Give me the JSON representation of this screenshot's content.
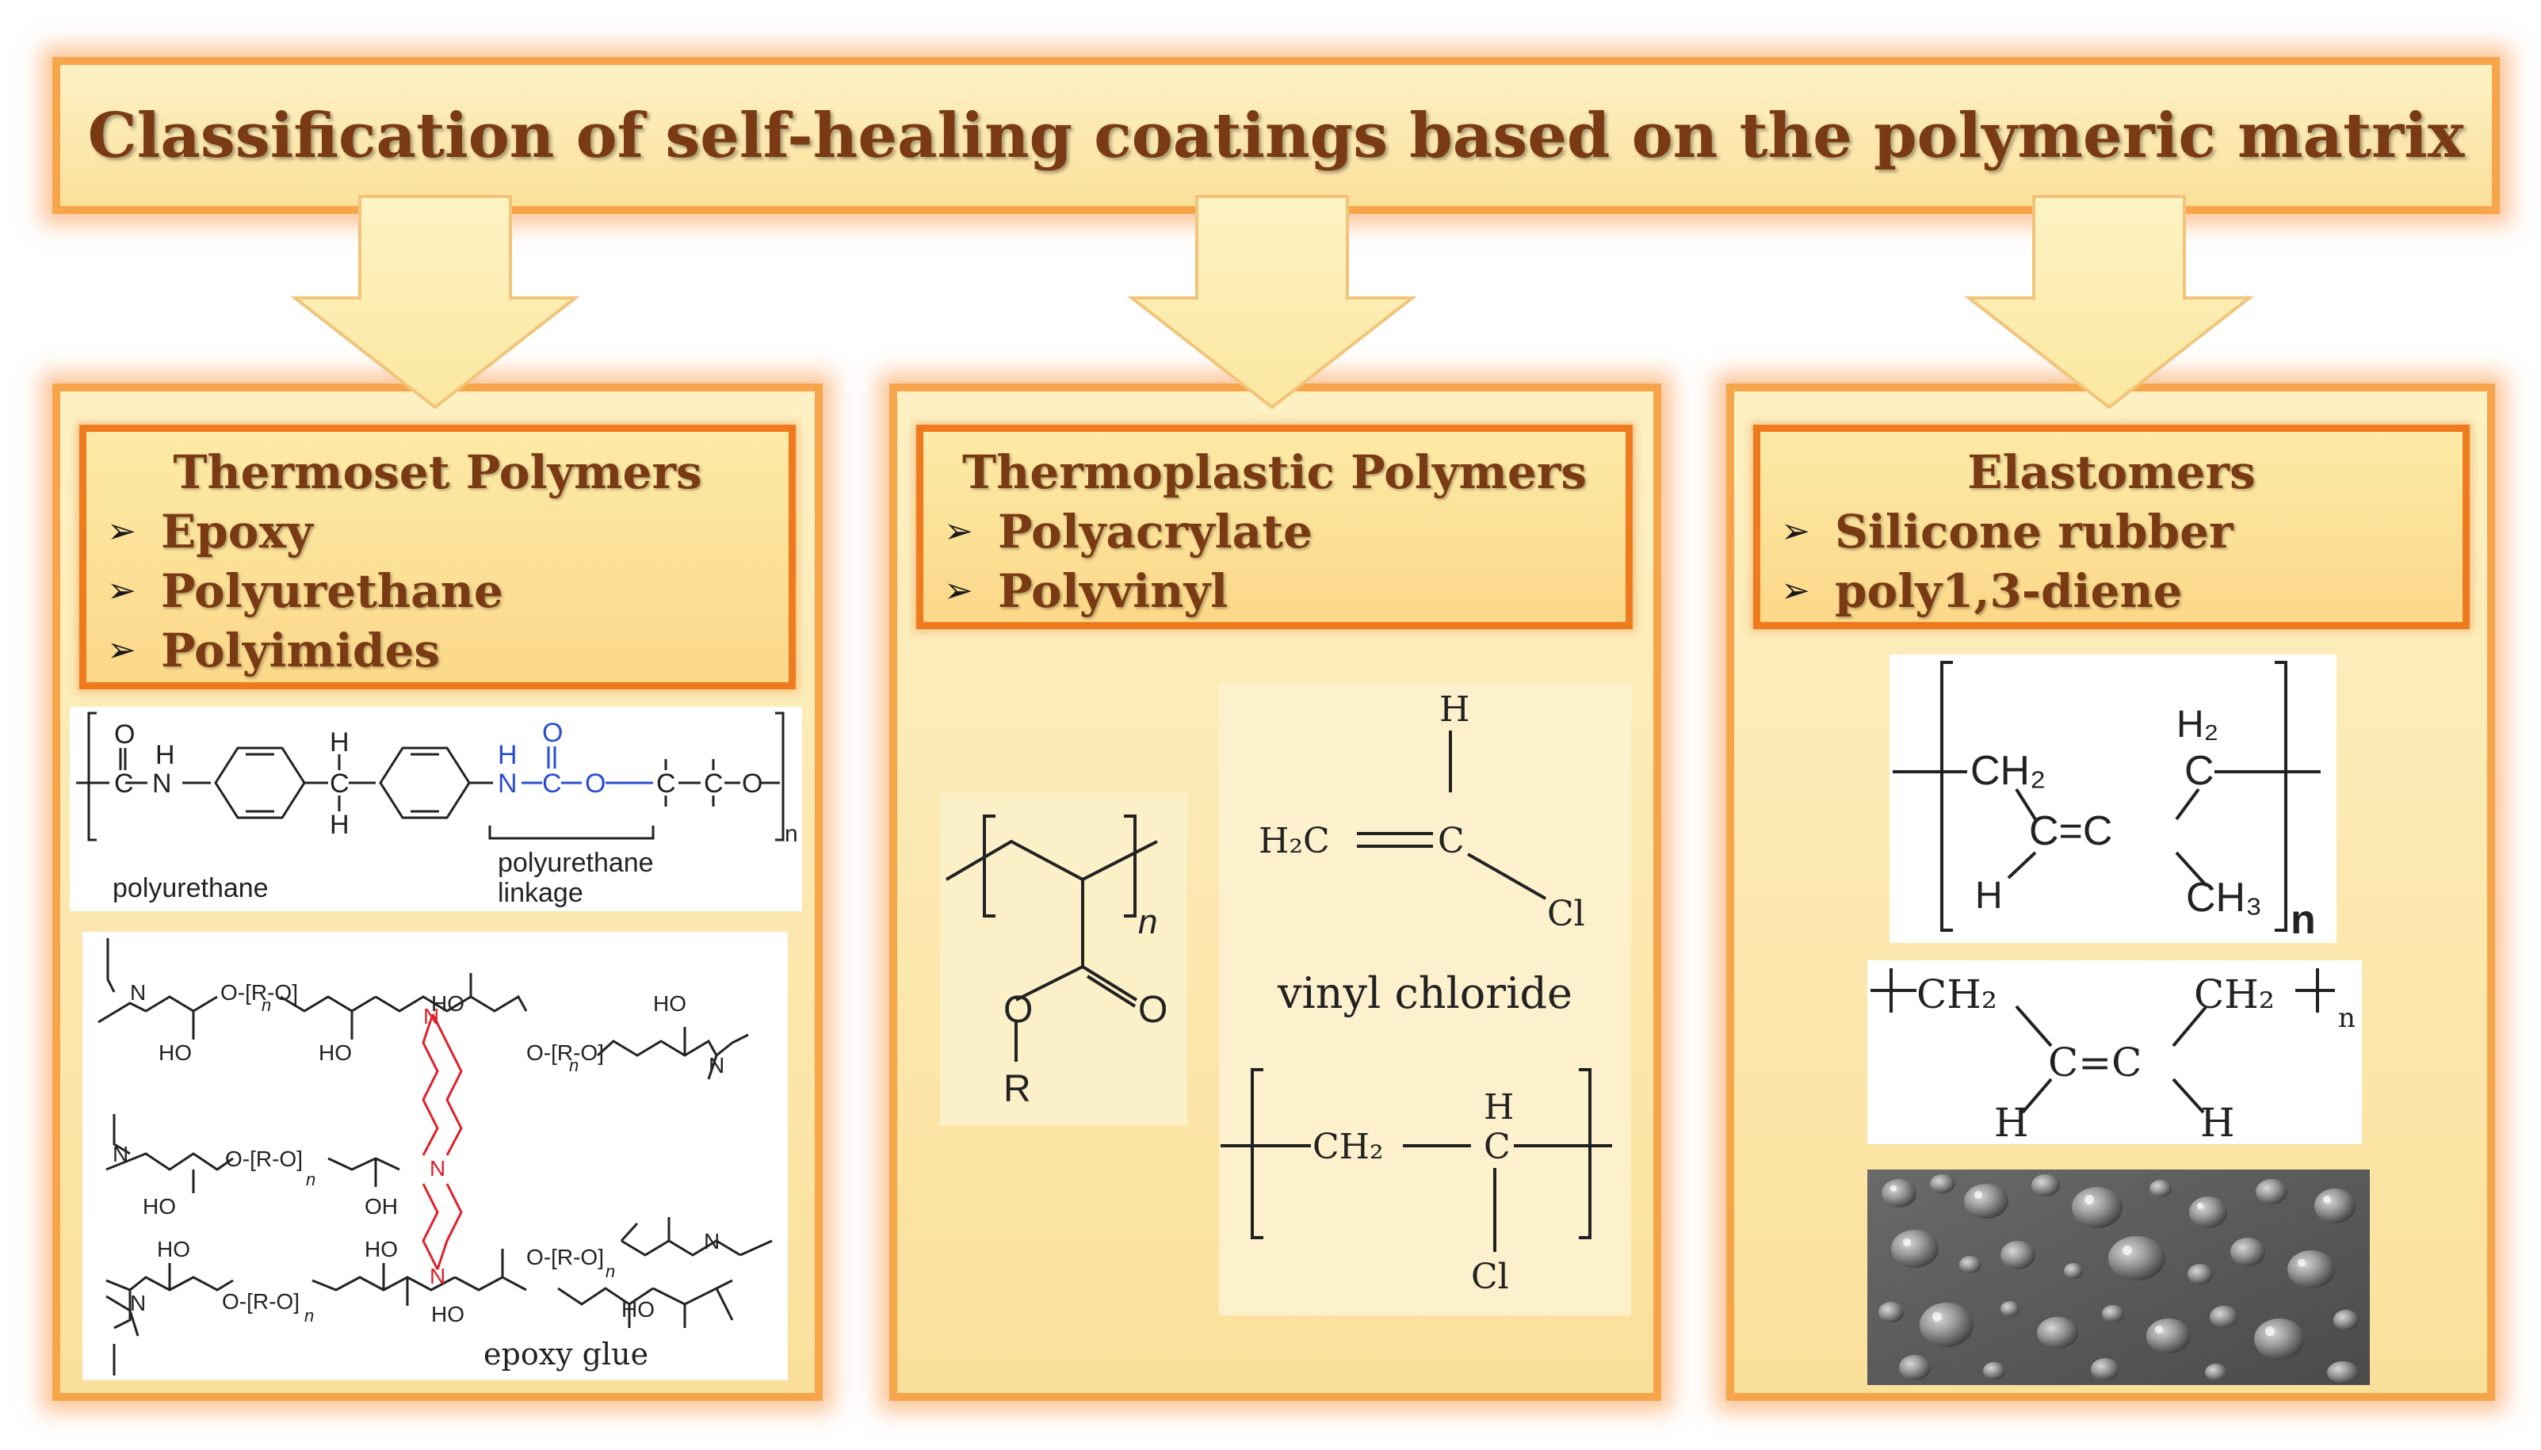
{
  "title": "Classification of self-healing coatings based on the polymeric matrix",
  "categories": [
    {
      "heading": "Thermoset Polymers",
      "items": [
        "Epoxy",
        "Polyurethane",
        "Polyimides"
      ]
    },
    {
      "heading": "Thermoplastic Polymers",
      "items": [
        "Polyacrylate",
        "Polyvinyl"
      ]
    },
    {
      "heading": "Elastomers",
      "items": [
        "Silicone rubber",
        "poly1,3-diene"
      ]
    }
  ],
  "figures": {
    "polyurethane": {
      "caption": "polyurethane",
      "linkage_caption_line1": "polyurethane",
      "linkage_caption_line2": "linkage",
      "atom_o": "O",
      "atom_c": "C",
      "atom_n": "N",
      "atom_h": "H",
      "subscript_n": "n"
    },
    "epoxy": {
      "caption": "epoxy glue",
      "ho": "HO",
      "oh": "OH",
      "n_atom": "N",
      "ror": "O-[R-O]",
      "subscript_n": "n"
    },
    "polyacrylate": {
      "atom_o1": "O",
      "atom_o2": "O",
      "atom_r": "R",
      "subscript_n": "n"
    },
    "vinyl_chloride": {
      "atom_h": "H",
      "h2c": "H₂C",
      "atom_c": "C",
      "atom_cl": "Cl",
      "caption": "vinyl chloride"
    },
    "pvc": {
      "ch2": "CH₂",
      "atom_h": "H",
      "atom_c": "C",
      "atom_cl": "Cl"
    },
    "polyisoprene": {
      "h2": "H₂",
      "atom_c_top": "C",
      "ch2": "CH₂",
      "c_eq_c": "C=C",
      "atom_h": "H",
      "ch3": "CH₃",
      "subscript_n": "n"
    },
    "polybutadiene": {
      "ch2_left": "CH₂",
      "ch2_right": "CH₂",
      "c_eq_c": "C=C",
      "h_left": "H",
      "h_right": "H",
      "subscript_n": "n"
    }
  },
  "colors": {
    "title_text": "#7a3b14",
    "panel_border": "#f7a54a",
    "box_border": "#f07a1e",
    "panel_fill": "#fdf1c4",
    "linkage_blue": "#2a4fd0",
    "crosslink_red": "#e0202a"
  },
  "icons": {
    "down_arrow": "down-arrow-icon",
    "list_bullet": "arrowhead-bullet-icon"
  }
}
